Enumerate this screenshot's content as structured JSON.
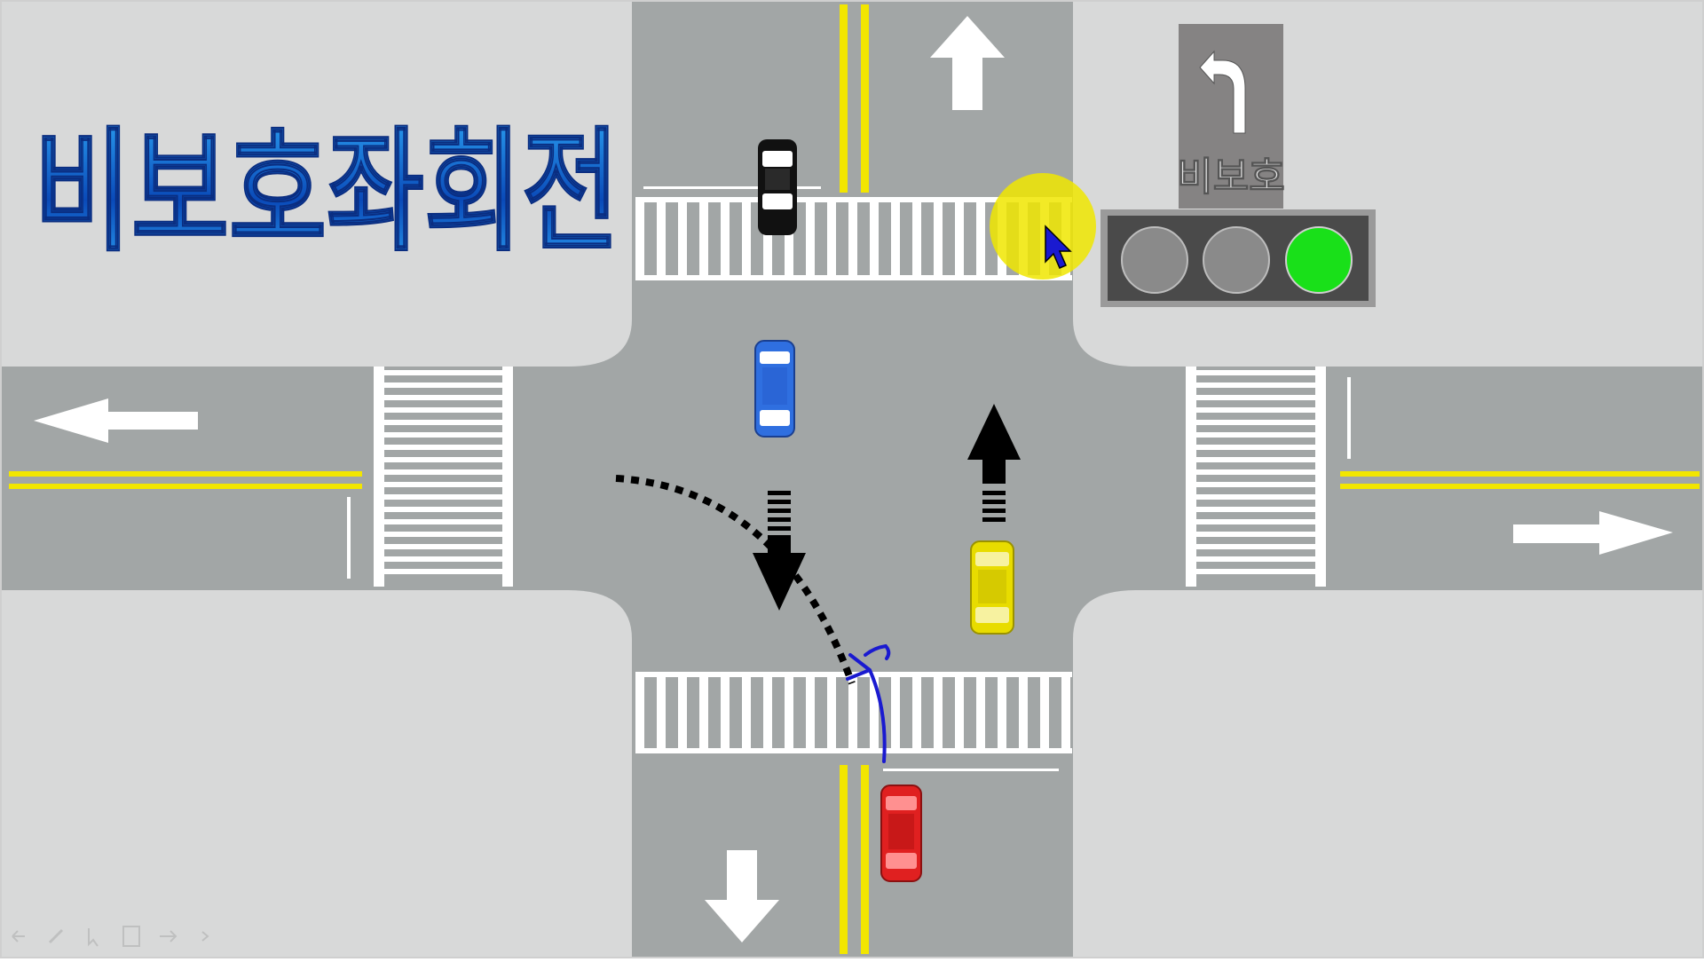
{
  "title": "비보호좌회전",
  "sign": {
    "text": "비보호",
    "icon": "left-turn-arrow-icon"
  },
  "traffic_light": {
    "lamps": [
      {
        "name": "left-lamp",
        "color": "#8a8a8a",
        "lit": false
      },
      {
        "name": "middle-lamp",
        "color": "#8a8a8a",
        "lit": false
      },
      {
        "name": "right-lamp",
        "color": "#19e019",
        "lit": true
      }
    ]
  },
  "vehicles": [
    {
      "name": "black-car",
      "color": "#111111",
      "heading": "north"
    },
    {
      "name": "blue-car",
      "color": "#2f6fe0",
      "heading": "south"
    },
    {
      "name": "yellow-car",
      "color": "#e8dc00",
      "heading": "north"
    },
    {
      "name": "red-car",
      "color": "#e02020",
      "heading": "north"
    }
  ],
  "colors": {
    "road": "#a2a6a6",
    "sidewalk": "#d8d9d9",
    "center_line": "#f2e600",
    "marking": "#ffffff",
    "title_gradient": [
      "#0a2d80",
      "#2a9ef0"
    ],
    "highlight": "#f0e600",
    "annotation_pen": "#1a1ad0"
  },
  "toolbar": {
    "icons": [
      "back-arrow-icon",
      "pen-icon",
      "pointer-icon",
      "page-icon",
      "forward-arrow-icon",
      "chevron-right-icon"
    ]
  }
}
